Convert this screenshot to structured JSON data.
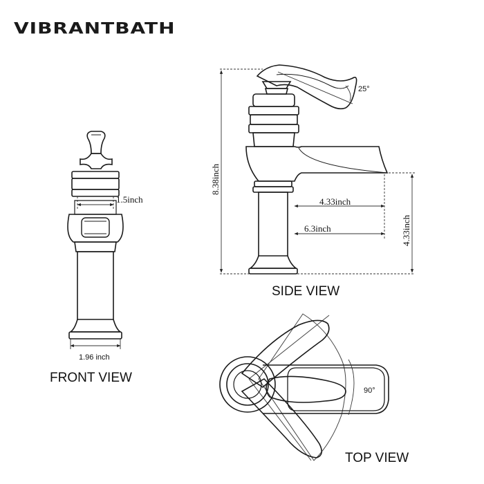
{
  "brand": {
    "name": "VIBRANTBATH"
  },
  "views": {
    "front": "FRONT VIEW",
    "side": "SIDE VIEW",
    "top": "TOP VIEW"
  },
  "dimensions": {
    "front_inner": "1.5inch",
    "front_base": "1.96 inch",
    "side_height": "8.38inch",
    "side_spout_reach": "4.33inch",
    "side_total_reach": "6.3inch",
    "side_spout_height": "4.33inch",
    "side_handle_angle": "25°",
    "top_handle_angle": "90°"
  }
}
